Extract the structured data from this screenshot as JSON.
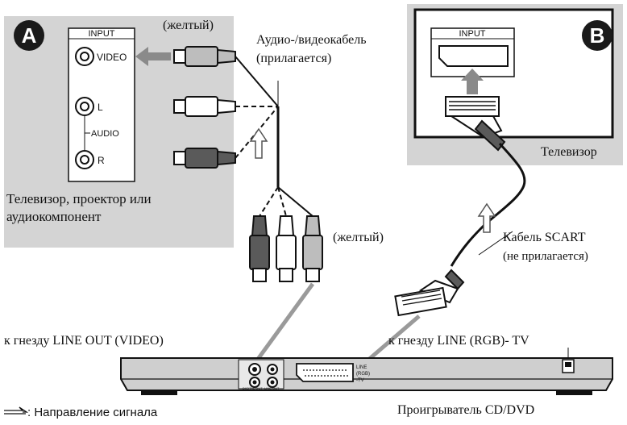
{
  "panel_a": {
    "badge": "A",
    "input_label": "INPUT",
    "video_label": "VIDEO",
    "l_label": "L",
    "audio_label": "AUDIO",
    "r_label": "R",
    "caption_line1": "Телевизор, проектор или",
    "caption_line2": "аудиокомпонент"
  },
  "panel_b": {
    "badge": "B",
    "input_label": "INPUT",
    "caption": "Телевизор"
  },
  "labels": {
    "yellow_top": "(желтый)",
    "av_cable_line1": "Аудио-/видеокабель",
    "av_cable_line2": "(прилагается)",
    "yellow_mid": "(желтый)",
    "scart_cable_line1": "Кабель SCART",
    "scart_cable_line2": "(не прилагается)",
    "line_out_jack": "к гнезду LINE OUT (VIDEO)",
    "line_rgb_jack": "к гнезду LINE (RGB)- TV",
    "player": "Проигрыватель CD/DVD",
    "legend_text": ": Направление сигнала"
  },
  "player_panel": {
    "digital_out": "DIGITAL OUT",
    "line_out": "LINE OUT",
    "scart_line1": "LINE",
    "scart_line2": "(RGB)",
    "scart_line3": "-TV"
  },
  "colors": {
    "panel_bg": "#d4d4d4",
    "badge_bg": "#1a1a1a",
    "arrow_gray": "#8a8a8a",
    "cable_gray": "#9a9a9a",
    "player_body": "#cfcfcf"
  }
}
